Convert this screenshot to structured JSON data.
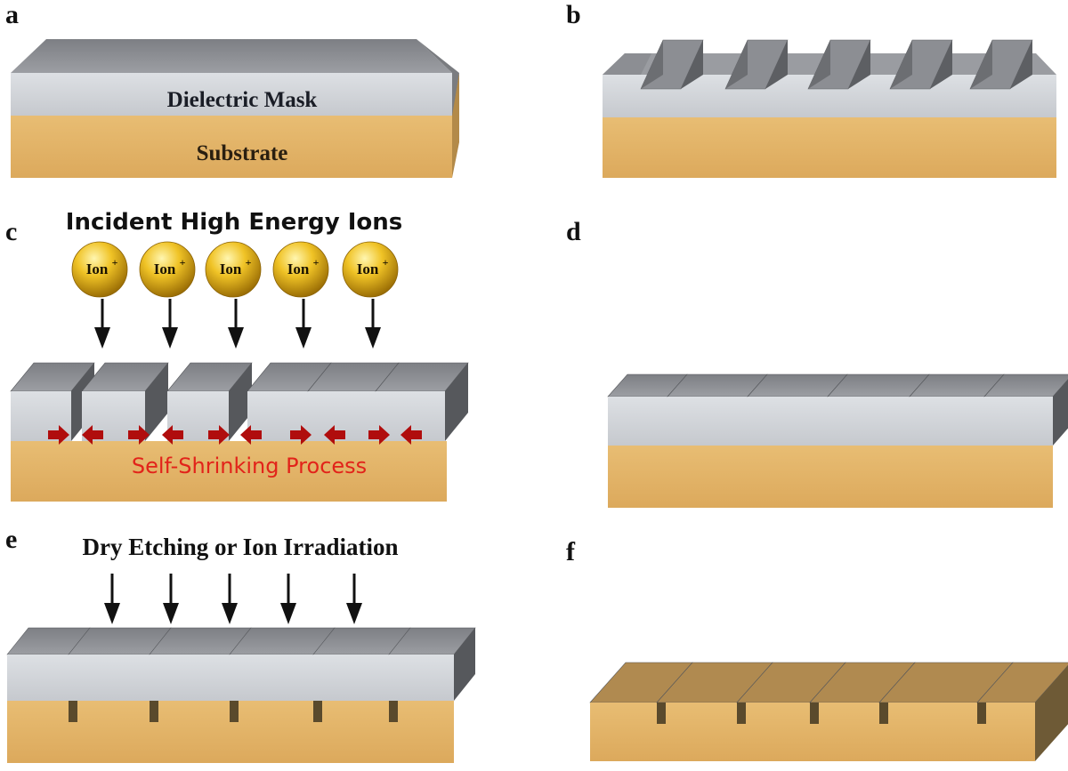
{
  "panels": {
    "a": {
      "letter": "a",
      "mask_label": "Dielectric Mask",
      "substrate_label": "Substrate"
    },
    "b": {
      "letter": "b"
    },
    "c": {
      "letter": "c",
      "title": "Incident High Energy Ions",
      "ion_label": "Ion",
      "ion_sup": "+",
      "process_label": "Self-Shrinking  Process"
    },
    "d": {
      "letter": "d"
    },
    "e": {
      "letter": "e",
      "title": "Dry Etching or Ion Irradiation"
    },
    "f": {
      "letter": "f"
    }
  },
  "colors": {
    "mask_front": "#d2d5da",
    "mask_top": "#8f9196",
    "mask_side": "#6e7075",
    "substrate_front": "#e3b56a",
    "substrate_side": "#a07c42",
    "final_top": "#b08a50",
    "final_front": "#e0b468",
    "trench": "#56585c",
    "ion_sphere": "#d9a514",
    "shrink_arrow": "#b00d0d",
    "process_text": "#e2231a"
  }
}
